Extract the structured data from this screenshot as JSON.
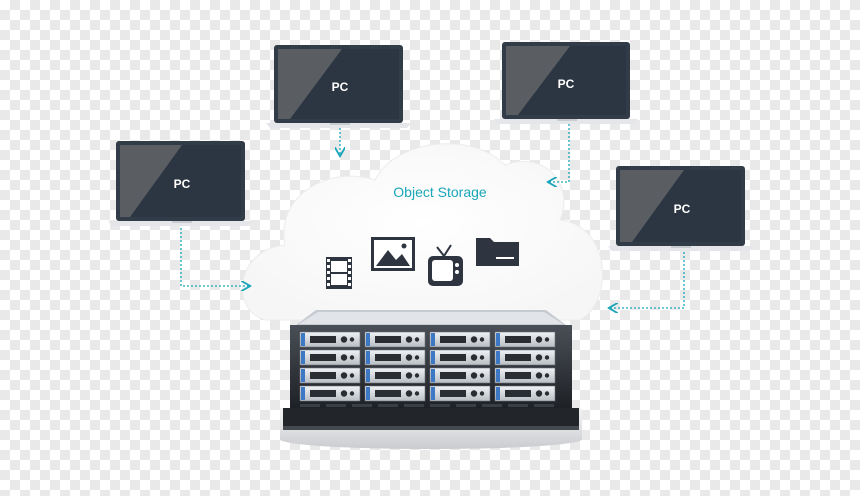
{
  "diagram": {
    "cloud_title": "Object Storage",
    "pcs": [
      {
        "label": "PC"
      },
      {
        "label": "PC"
      },
      {
        "label": "PC"
      },
      {
        "label": "PC"
      }
    ],
    "icons": [
      "film-strip-icon",
      "image-icon",
      "tv-icon",
      "folder-icon"
    ],
    "colors": {
      "accent": "#1aa6b8",
      "screen": "#2f3a4a",
      "laptop_frame": "#3a4452",
      "cloud": "#ffffff"
    }
  }
}
